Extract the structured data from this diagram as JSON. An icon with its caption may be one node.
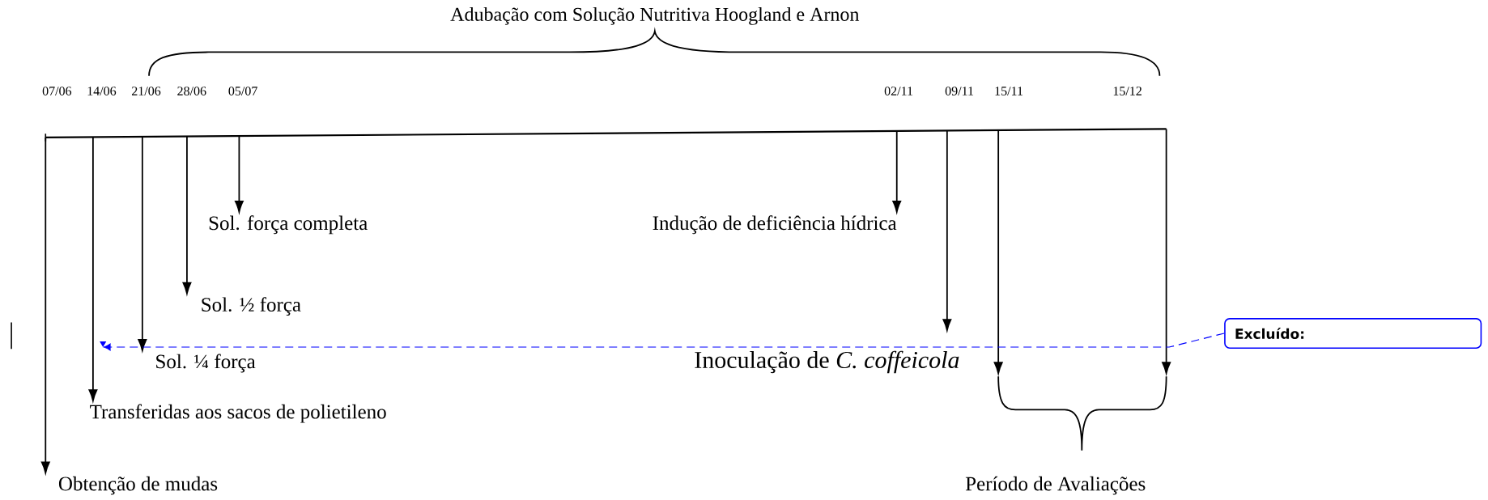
{
  "diagram": {
    "nodes": [
      {
        "text": [
          "Sol. força completa"
        ]
      },
      {
        "text": [
          "Indução de deficiência hídrica"
        ]
      },
      {
        "text": [
          "Sol. ½ força"
        ]
      },
      {
        "text": [
          "Excluído:"
        ]
      },
      {
        "text": [
          "Sol. ¼ força"
        ]
      },
      {
        "text": [
          "Inoculação de *C. coffeicola*"
        ]
      },
      {
        "text": [],
        "shape": "bracket",
        "beside": [
          "Período de Avaliações"
        ]
      },
      {
        "text": [
          "Transferidas aos sacos de polietileno"
        ]
      },
      {
        "text": [
          "Obtenção de mudas"
        ]
      }
    ],
    "edges": [
      {
        "from": null,
        "to": 8,
        "arrow": "to"
      },
      {
        "from": null,
        "to": 7,
        "arrow": "to"
      },
      {
        "from": null,
        "to": 4,
        "arrow": "to"
      },
      {
        "from": null,
        "to": 2,
        "arrow": "to"
      },
      {
        "from": null,
        "to": 0,
        "arrow": "to"
      },
      {
        "from": null,
        "to": 1,
        "arrow": "to"
      },
      {
        "from": null,
        "to": 5,
        "arrow": "to"
      },
      {
        "from": null,
        "to": 6,
        "arrow": "to"
      },
      {
        "from": null,
        "to": 6,
        "arrow": "to"
      },
      {
        "from": 3,
        "to": null,
        "arrow": "to",
        "style": "dashed",
        "color": "#0000ff"
      }
    ],
    "labels": [
      "Adubação com Solução Nutritiva Hoogland e Arnon",
      "07/06",
      "14/06",
      "21/06",
      "28/06",
      "05/07",
      "02/11",
      "09/11",
      "15/11",
      "15/12"
    ]
  }
}
